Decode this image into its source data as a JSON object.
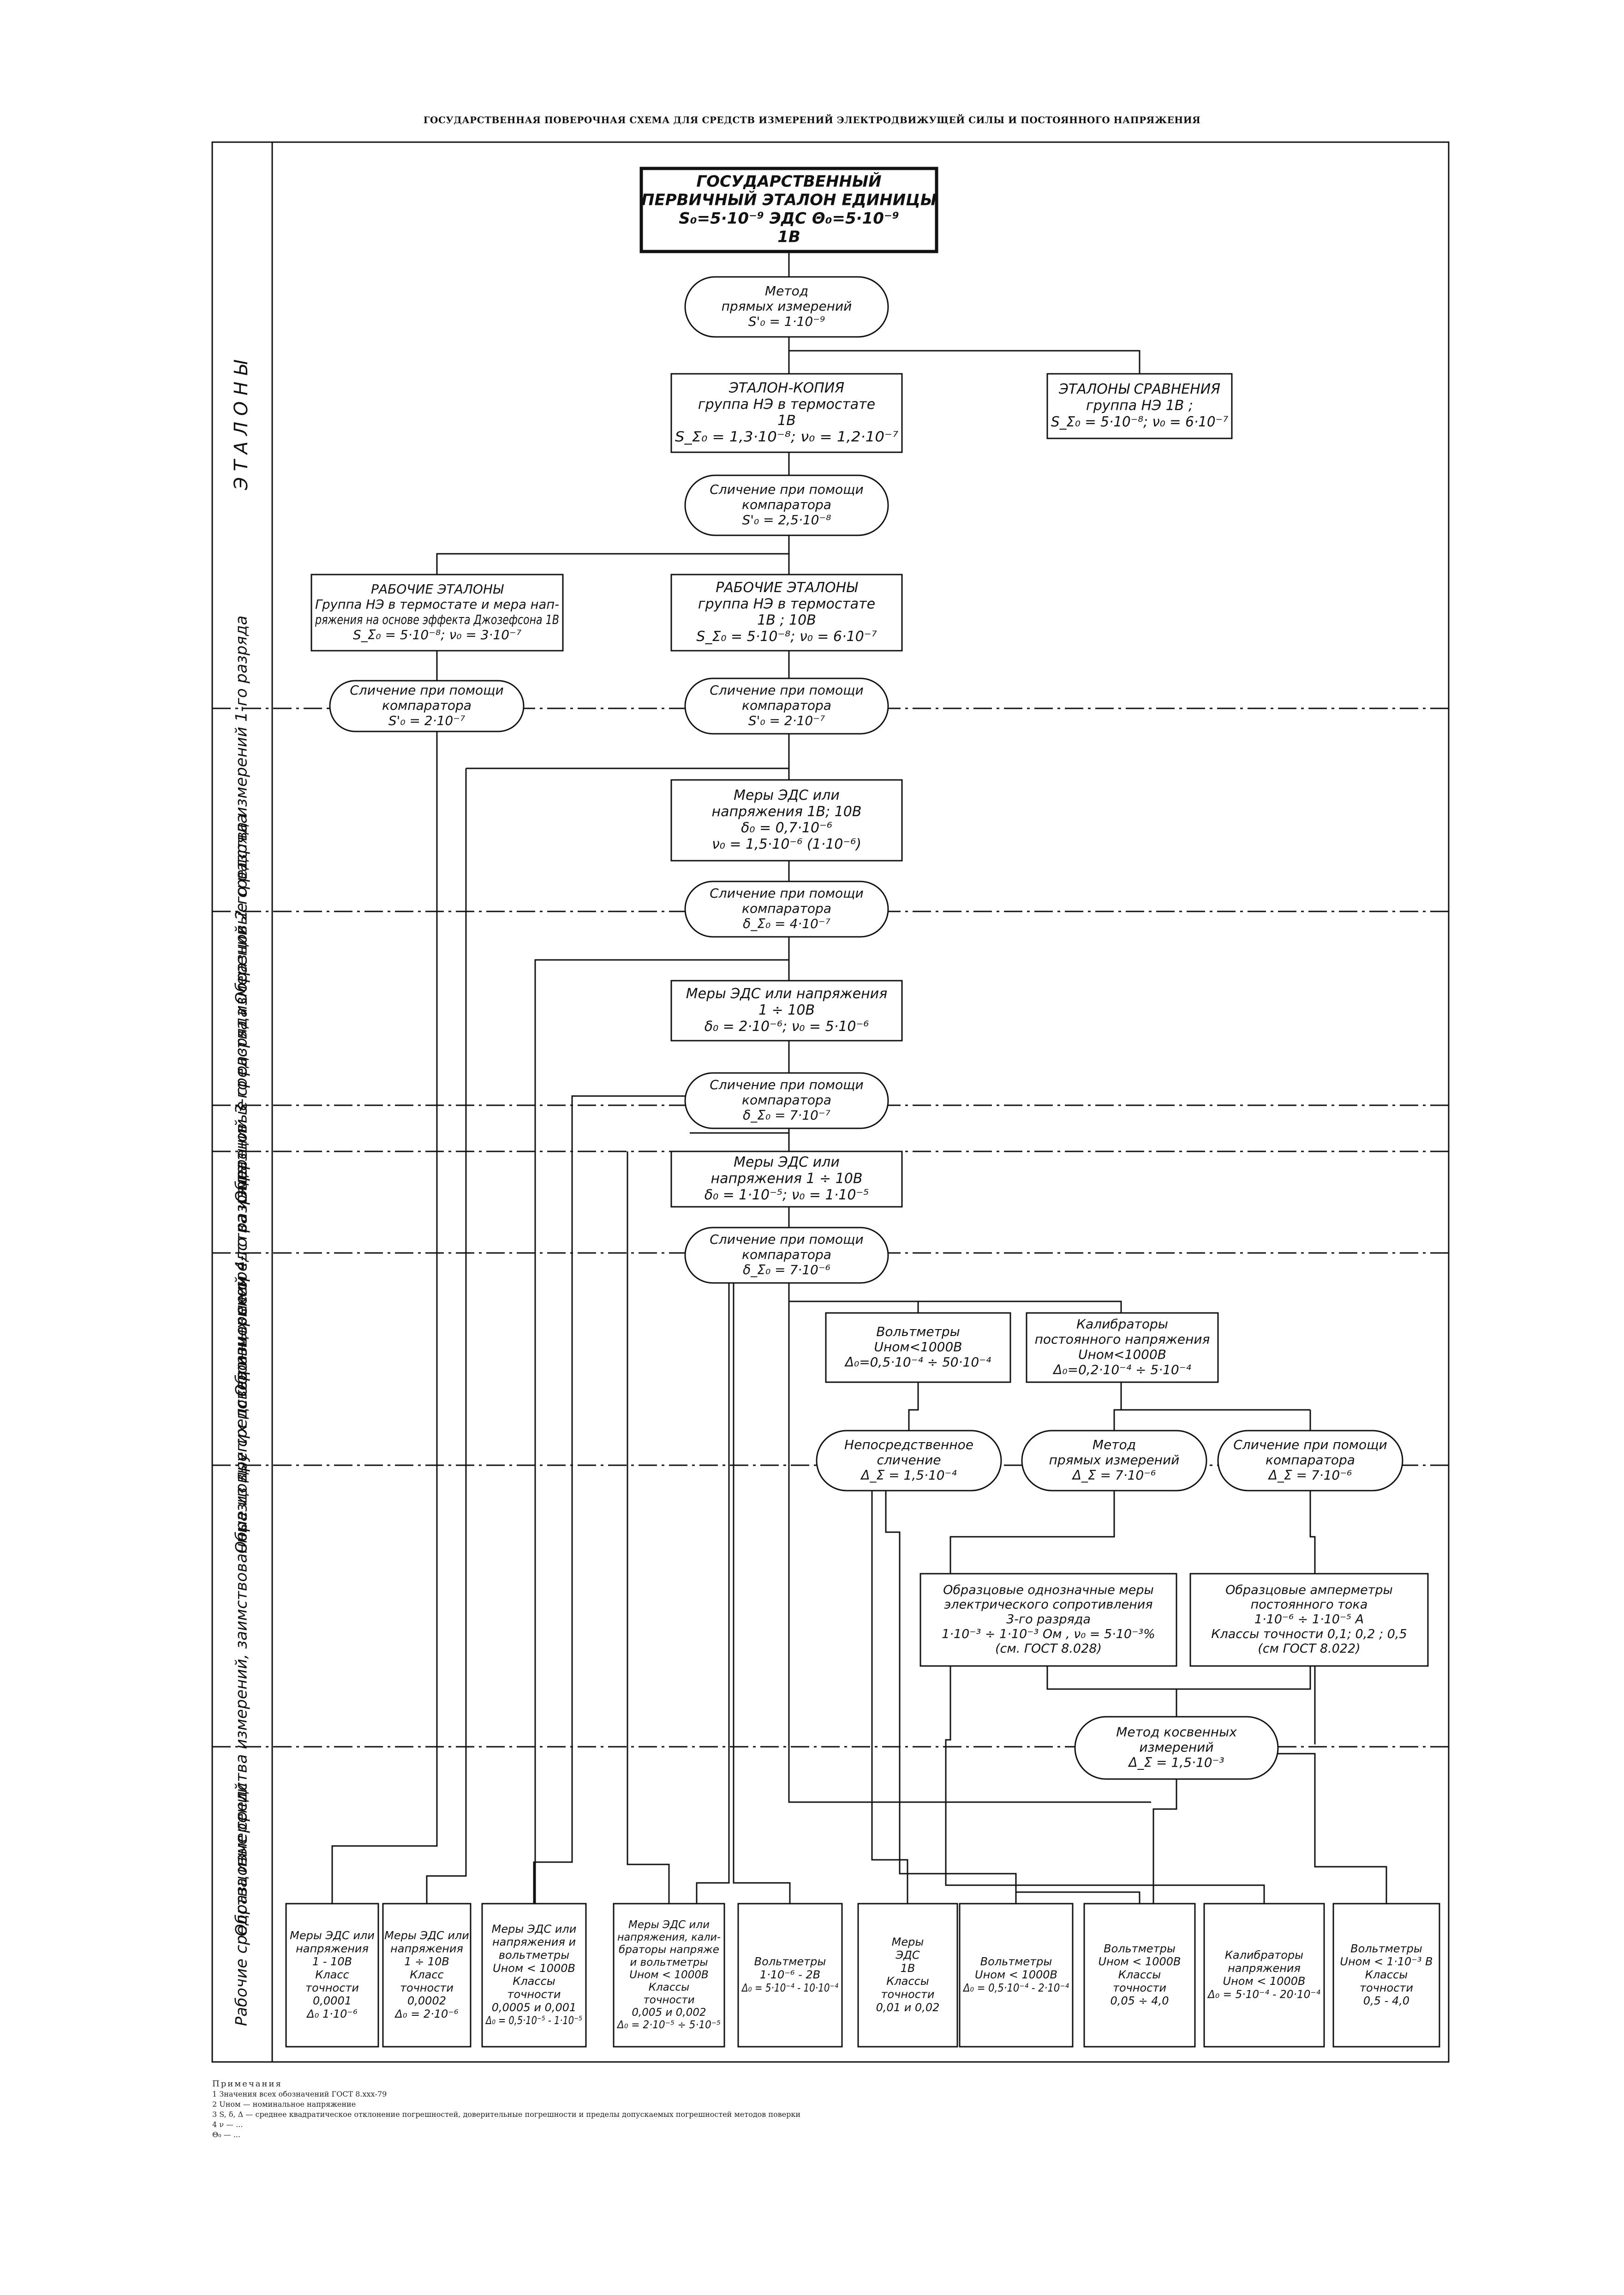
{
  "title": "ГОСУДАРСТВЕННАЯ ПОВЕРОЧНАЯ СХЕМА ДЛЯ СРЕДСТВ ИЗМЕРЕНИЙ ЭЛЕКТРОДВИЖУЩЕЙ СИЛЫ И ПОСТОЯННОГО НАПРЯЖЕНИЯ",
  "sections": [
    "Э Т А Л О Н Ы",
    "Образцовые средства измерений 1-го разряда",
    "Образцовые средства измерений 2-го разряда",
    "Образцовые средства измерений 3-го разряда",
    "Образцовые средства измерений 4-го разряда",
    "Образцовые средства измерений, заимствованные из других поверочных схем",
    "Рабочие средства измерений"
  ],
  "nodes": [
    {
      "id": "primary",
      "lines": [
        "ГОСУДАРСТВЕННЫЙ",
        "ПЕРВИЧНЫЙ ЭТАЛОН ЕДИНИЦЫ",
        "S₀=5·10⁻⁹     ЭДС     Θ₀=5·10⁻⁹",
        "1В"
      ]
    },
    {
      "id": "m1",
      "lines": [
        "Метод",
        "прямых измерений",
        "S'₀ = 1·10⁻⁹"
      ]
    },
    {
      "id": "copy",
      "lines": [
        "ЭТАЛОН-КОПИЯ",
        "группа НЭ в термостате",
        "1В",
        "S_Σ₀ = 1,3·10⁻⁸;  ν₀ = 1,2·10⁻⁷"
      ]
    },
    {
      "id": "compare",
      "lines": [
        "ЭТАЛОНЫ СРАВНЕНИЯ",
        "группа НЭ 1В ;",
        "S_Σ₀ = 5·10⁻⁸;  ν₀ = 6·10⁻⁷"
      ]
    },
    {
      "id": "c1",
      "lines": [
        "Сличение при помощи",
        "компаратора",
        "S'₀ = 2,5·10⁻⁸"
      ]
    },
    {
      "id": "wl",
      "lines": [
        "РАБОЧИЕ ЭТАЛОНЫ",
        "Группа НЭ в термостате и мера нап-",
        "ряжения на основе эффекта Джозефсона 1В",
        "S_Σ₀ = 5·10⁻⁸;  ν₀ = 3·10⁻⁷"
      ]
    },
    {
      "id": "wm",
      "lines": [
        "РАБОЧИЕ ЭТАЛОНЫ",
        "группа НЭ в термостате",
        "1В  ;  10В",
        "S_Σ₀ = 5·10⁻⁸;  ν₀ = 6·10⁻⁷"
      ]
    },
    {
      "id": "cl",
      "lines": [
        "Сличение при помощи",
        "компаратора",
        "S'₀ = 2·10⁻⁷"
      ]
    },
    {
      "id": "cm",
      "lines": [
        "Сличение при помощи",
        "компаратора",
        "S'₀ = 2·10⁻⁷"
      ]
    },
    {
      "id": "r1",
      "lines": [
        "Меры ЭДС или",
        "напряжения 1В;  10В",
        "δ₀ = 0,7·10⁻⁶",
        "ν₀ = 1,5·10⁻⁶  (1·10⁻⁶)"
      ]
    },
    {
      "id": "c2",
      "lines": [
        "Сличение при помощи",
        "компаратора",
        "δ_Σ₀ = 4·10⁻⁷"
      ]
    },
    {
      "id": "r2",
      "lines": [
        "Меры ЭДС или напряжения",
        "1 ÷ 10В",
        "δ₀ = 2·10⁻⁶;  ν₀ = 5·10⁻⁶"
      ]
    },
    {
      "id": "c3",
      "lines": [
        "Сличение при помощи",
        "компаратора",
        "δ_Σ₀ = 7·10⁻⁷"
      ]
    },
    {
      "id": "r3",
      "lines": [
        "Меры ЭДС или",
        "напряжения  1 ÷ 10В",
        "δ₀ = 1·10⁻⁵;  ν₀ = 1·10⁻⁵"
      ]
    },
    {
      "id": "c4",
      "lines": [
        "Сличение при помощи",
        "компаратора",
        "δ_Σ₀ = 7·10⁻⁶"
      ]
    },
    {
      "id": "v4",
      "lines": [
        "Вольтметры",
        "Uном<1000В",
        "Δ₀=0,5·10⁻⁴ ÷ 50·10⁻⁴"
      ]
    },
    {
      "id": "k4",
      "lines": [
        "Калибраторы",
        "постоянного напряжения",
        "Uном<1000В",
        "Δ₀=0,2·10⁻⁴ ÷ 5·10⁻⁴"
      ]
    },
    {
      "id": "dir",
      "lines": [
        "Непосредственное",
        "сличение",
        "Δ_Σ = 1,5·10⁻⁴"
      ]
    },
    {
      "id": "mdir",
      "lines": [
        "Метод",
        "прямых измерений",
        "Δ_Σ = 7·10⁻⁶"
      ]
    },
    {
      "id": "ccomp",
      "lines": [
        "Сличение при помощи",
        "компаратора",
        "Δ_Σ = 7·10⁻⁶"
      ]
    },
    {
      "id": "res",
      "lines": [
        "Образцовые однозначные меры",
        "электрического сопротивления",
        "3-го разряда",
        "1·10⁻³ ÷ 1·10⁻³ Ом ,  ν₀ = 5·10⁻³%",
        "(см. ГОСТ 8.028)"
      ]
    },
    {
      "id": "amm",
      "lines": [
        "Образцовые амперметры",
        "постоянного тока",
        "1·10⁻⁶ ÷ 1·10⁻⁵ А",
        "Классы точности 0,1; 0,2 ; 0,5",
        "(см ГОСТ 8.022)"
      ]
    },
    {
      "id": "mind",
      "lines": [
        "Метод косвенных",
        "измерений",
        "Δ_Σ = 1,5·10⁻³"
      ]
    },
    {
      "id": "b1",
      "lines": [
        "Меры ЭДС или",
        "напряжения",
        "1 - 10В",
        "Класс",
        "точности",
        "0,0001",
        "Δ₀  1·10⁻⁶"
      ]
    },
    {
      "id": "b2",
      "lines": [
        "Меры ЭДС или",
        "напряжения",
        "1 ÷ 10В",
        "Класс",
        "точности",
        "0,0002",
        "Δ₀ = 2·10⁻⁶"
      ]
    },
    {
      "id": "b3",
      "lines": [
        "Меры ЭДС или",
        "напряжения и",
        "вольтметры",
        "Uном < 1000В",
        "Классы",
        "точности",
        "0,0005 и 0,001",
        "Δ₀ = 0,5·10⁻⁵ - 1·10⁻⁵"
      ]
    },
    {
      "id": "b4",
      "lines": [
        "Меры ЭДС или",
        "напряжения, кали-",
        "браторы напряже",
        "и вольтметры",
        "Uном < 1000В",
        "Классы",
        "точности",
        "0,005  и  0,002",
        "Δ₀ = 2·10⁻⁵ ÷ 5·10⁻⁵"
      ]
    },
    {
      "id": "b5",
      "lines": [
        "Вольтметры",
        "1·10⁻⁶ - 2В",
        "Δ₀ = 5·10⁻⁴ - 10·10⁻⁴"
      ]
    },
    {
      "id": "b6",
      "lines": [
        "Меры",
        "ЭДС",
        "1В",
        "Классы",
        "точности",
        "0,01 и 0,02"
      ]
    },
    {
      "id": "b7",
      "lines": [
        "Вольтметры",
        "Uном < 1000В",
        "Δ₀ = 0,5·10⁻⁴ - 2·10⁻⁴"
      ]
    },
    {
      "id": "b8",
      "lines": [
        "Вольтметры",
        "Uном < 1000В",
        "Классы",
        "точности",
        "0,05 ÷ 4,0"
      ]
    },
    {
      "id": "b9",
      "lines": [
        "Калибраторы",
        "напряжения",
        "Uном < 1000В",
        "Δ₀ = 5·10⁻⁴ - 20·10⁻⁴"
      ]
    },
    {
      "id": "b10",
      "lines": [
        "Вольтметры",
        "Uном < 1·10⁻³ В",
        "Классы",
        "точности",
        "0,5 - 4,0"
      ]
    }
  ],
  "notes": {
    "head": "Примечания",
    "lines": [
      "1  Значения всех обозначений ГОСТ 8.ххх-79",
      "2  Uном — номинальное напряжение",
      "3  S, δ, Δ — среднее квадратическое отклонение погрешностей, доверительные погрешности и пределы допускаемых погрешностей методов поверки",
      "4  ν — ...",
      "Θ₀ — ..."
    ]
  }
}
